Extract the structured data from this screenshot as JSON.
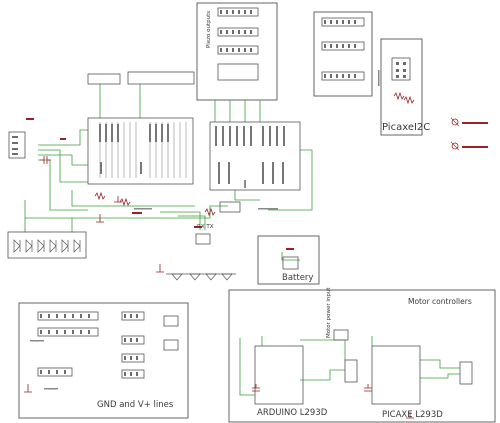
{
  "labels": {
    "piezo_outputs": "Piezo outputs",
    "picaxe_i2c": "PicaxeI2C",
    "rx_tx": "RX TX",
    "battery": "Battery",
    "motor_power_input": "Motor power input",
    "motor_controllers": "Motor controllers",
    "gnd_v_lines": "GND and V+ lines",
    "arduino_l293d": "ARDUINO L293D",
    "picaxe_l293d": "PICAXE L293D"
  },
  "colors": {
    "wire": "#3aa03a",
    "part": "#9a2222",
    "frame": "#555555",
    "pin": "#6c6c6c",
    "text": "#3a3a3a",
    "background": "#ffffff"
  }
}
